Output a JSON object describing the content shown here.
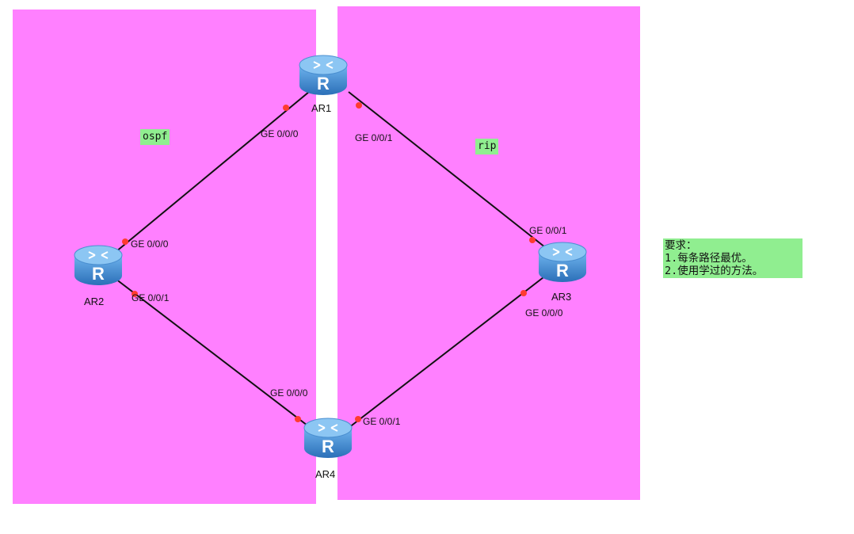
{
  "colors": {
    "zone_fill": "#ff80ff",
    "tag_fill": "#90ee90",
    "note_fill": "#90ee90",
    "link": "#111111",
    "port_dot": "#ff3b30",
    "router_body": "#3f8fd6"
  },
  "zones": {
    "left_tag": "ospf",
    "right_tag": "rip"
  },
  "routers": {
    "ar1": {
      "name": "AR1",
      "icon": "router-icon"
    },
    "ar2": {
      "name": "AR2",
      "icon": "router-icon"
    },
    "ar3": {
      "name": "AR3",
      "icon": "router-icon"
    },
    "ar4": {
      "name": "AR4",
      "icon": "router-icon"
    }
  },
  "interfaces": {
    "ar1_ge000": "GE 0/0/0",
    "ar1_ge001": "GE 0/0/1",
    "ar2_ge000": "GE 0/0/0",
    "ar2_ge001": "GE 0/0/1",
    "ar3_ge001": "GE 0/0/1",
    "ar3_ge000": "GE 0/0/0",
    "ar4_ge000": "GE 0/0/0",
    "ar4_ge001": "GE 0/0/1"
  },
  "requirements": {
    "title": "要求：",
    "items": [
      "1.每条路径最优。",
      "2.使用学过的方法。"
    ]
  }
}
